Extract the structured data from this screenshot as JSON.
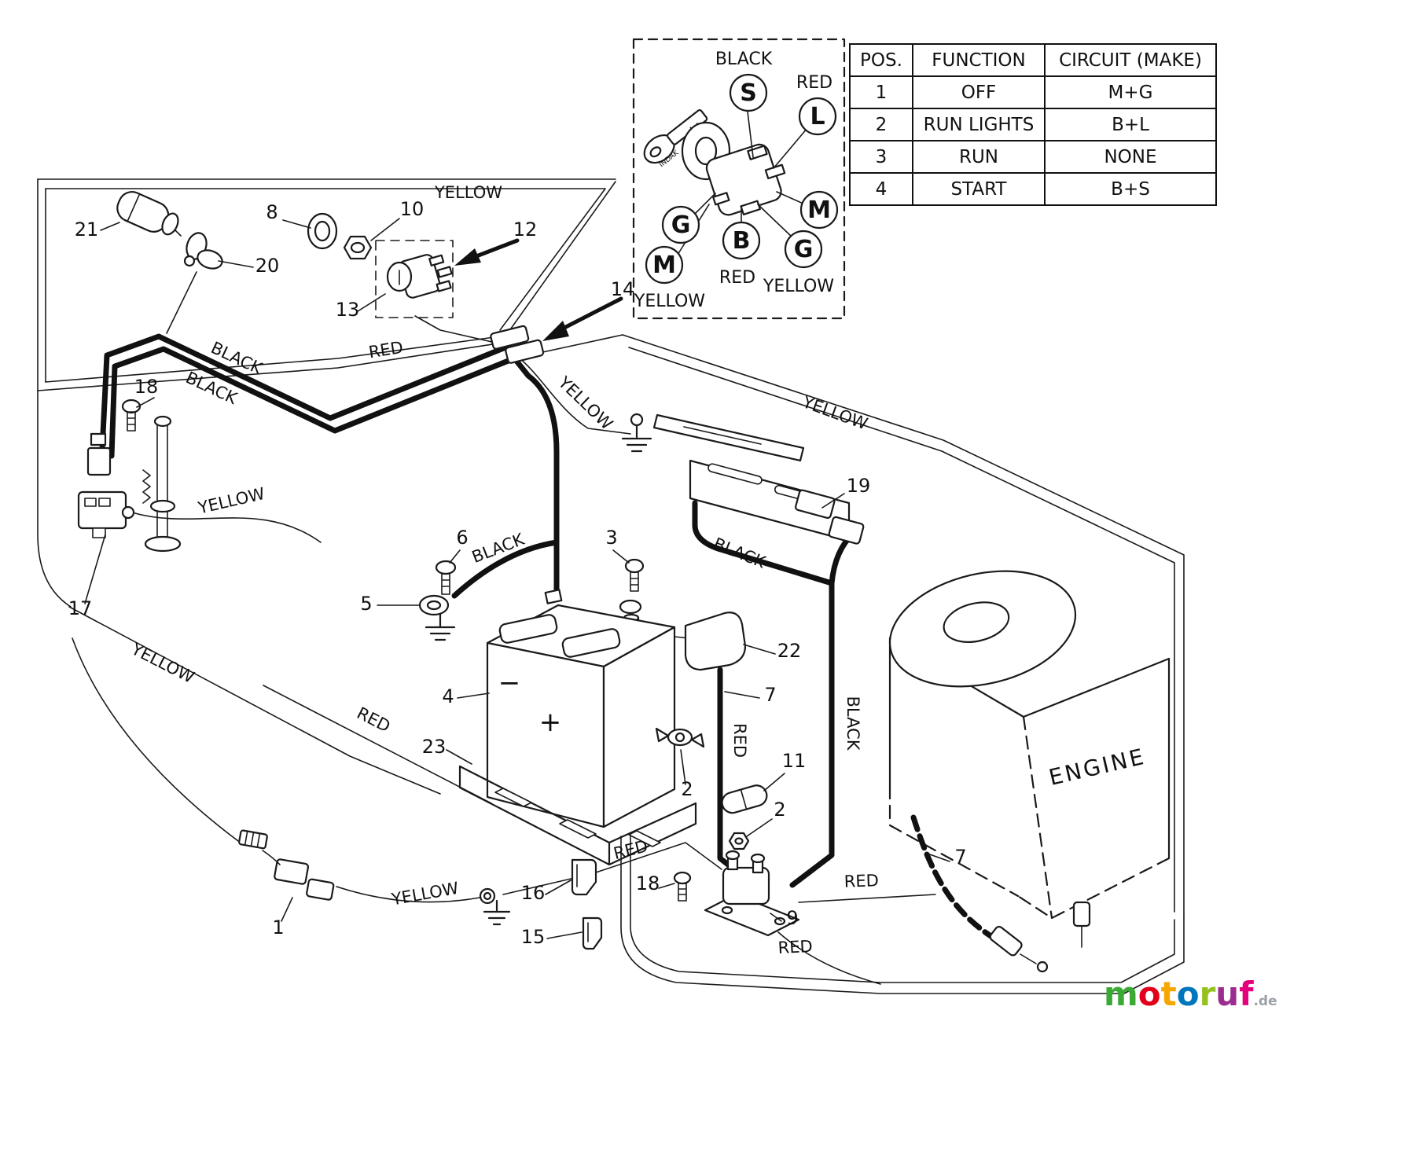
{
  "table": {
    "headers": {
      "pos": "POS.",
      "function": "FUNCTION",
      "circuit": "CIRCUIT  (MAKE)"
    },
    "rows": [
      {
        "pos": "1",
        "function": "OFF",
        "circuit": "M+G"
      },
      {
        "pos": "2",
        "function": "RUN LIGHTS",
        "circuit": "B+L"
      },
      {
        "pos": "3",
        "function": "RUN",
        "circuit": "NONE"
      },
      {
        "pos": "4",
        "function": "START",
        "circuit": "B+S"
      }
    ]
  },
  "inset": {
    "wire_black": "BLACK",
    "wire_red_top": "RED",
    "wire_red_bottom": "RED",
    "wire_yellow_bottom_right": "YELLOW",
    "wire_yellow_bottom_left": "YELLOW",
    "key_brand": "INDAK",
    "terminals": {
      "s": "S",
      "l": "L",
      "m_right": "M",
      "g_left": "G",
      "b": "B",
      "g_bottom": "G",
      "m_left": "M"
    }
  },
  "wire_labels": {
    "yellow_top": "YELLOW",
    "black_harness_upper": "BLACK",
    "black_harness_lower": "BLACK",
    "red_to_switch": "RED",
    "yellow_to_ground": "YELLOW",
    "yellow_right": "YELLOW",
    "black_bracket": "BLACK",
    "yellow_interlock": "YELLOW",
    "black_battery": "BLACK",
    "yellow_left": "YELLOW",
    "red_left": "RED",
    "red_starter": "RED",
    "black_engine": "BLACK",
    "red_bottom_middle": "RED",
    "yellow_bottom_left": "YELLOW",
    "red_to_engine": "RED",
    "red_bottom": "RED"
  },
  "callouts": {
    "c1": "1",
    "c2a": "2",
    "c2b": "2",
    "c3": "3",
    "c4": "4",
    "c5": "5",
    "c6": "6",
    "c7a": "7",
    "c7b": "7",
    "c8": "8",
    "c9": "9",
    "c10": "10",
    "c11": "11",
    "c12": "12",
    "c13": "13",
    "c14": "14",
    "c15": "15",
    "c16": "16",
    "c17": "17",
    "c18a": "18",
    "c18b": "18",
    "c19": "19",
    "c20": "20",
    "c21": "21",
    "c22": "22",
    "c23": "23"
  },
  "engine_label": "ENGINE",
  "battery": {
    "plus": "+",
    "minus": "−"
  },
  "watermark": {
    "letters": [
      "m",
      "o",
      "t",
      "o",
      "r",
      "u",
      "f"
    ],
    "suffix": ".de",
    "letter_colors": [
      "#3aaa35",
      "#e2001a",
      "#f7a600",
      "#0076bd",
      "#94c11f",
      "#9b2d90",
      "#e5007d"
    ],
    "suffix_color": "#9aa0a6"
  }
}
